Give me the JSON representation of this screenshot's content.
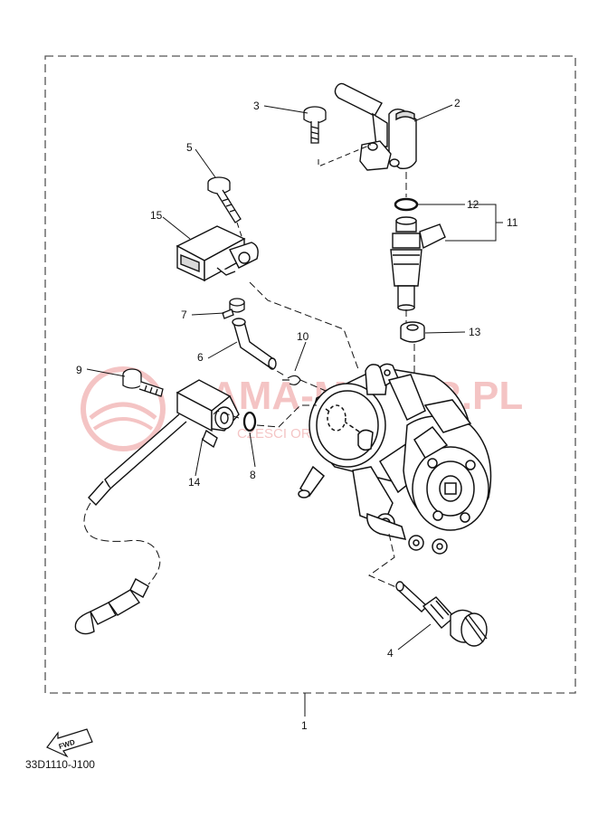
{
  "diagram": {
    "assembly_label": "1",
    "callouts": [
      "1",
      "2",
      "3",
      "4",
      "5",
      "6",
      "7",
      "8",
      "9",
      "10",
      "11",
      "12",
      "13",
      "14",
      "15"
    ],
    "direction_tag": "FWD",
    "diagram_code": "33D1110-J100"
  },
  "watermark": {
    "text": "AMA-MOTOR.PL",
    "subtext": "CZESCI ORYGINALNE YAMAHA",
    "color": "#e05a5a"
  },
  "colors": {
    "line": "#111111",
    "frame": "#555555",
    "fill": "#ffffff",
    "shade": "#d9d9d9"
  }
}
